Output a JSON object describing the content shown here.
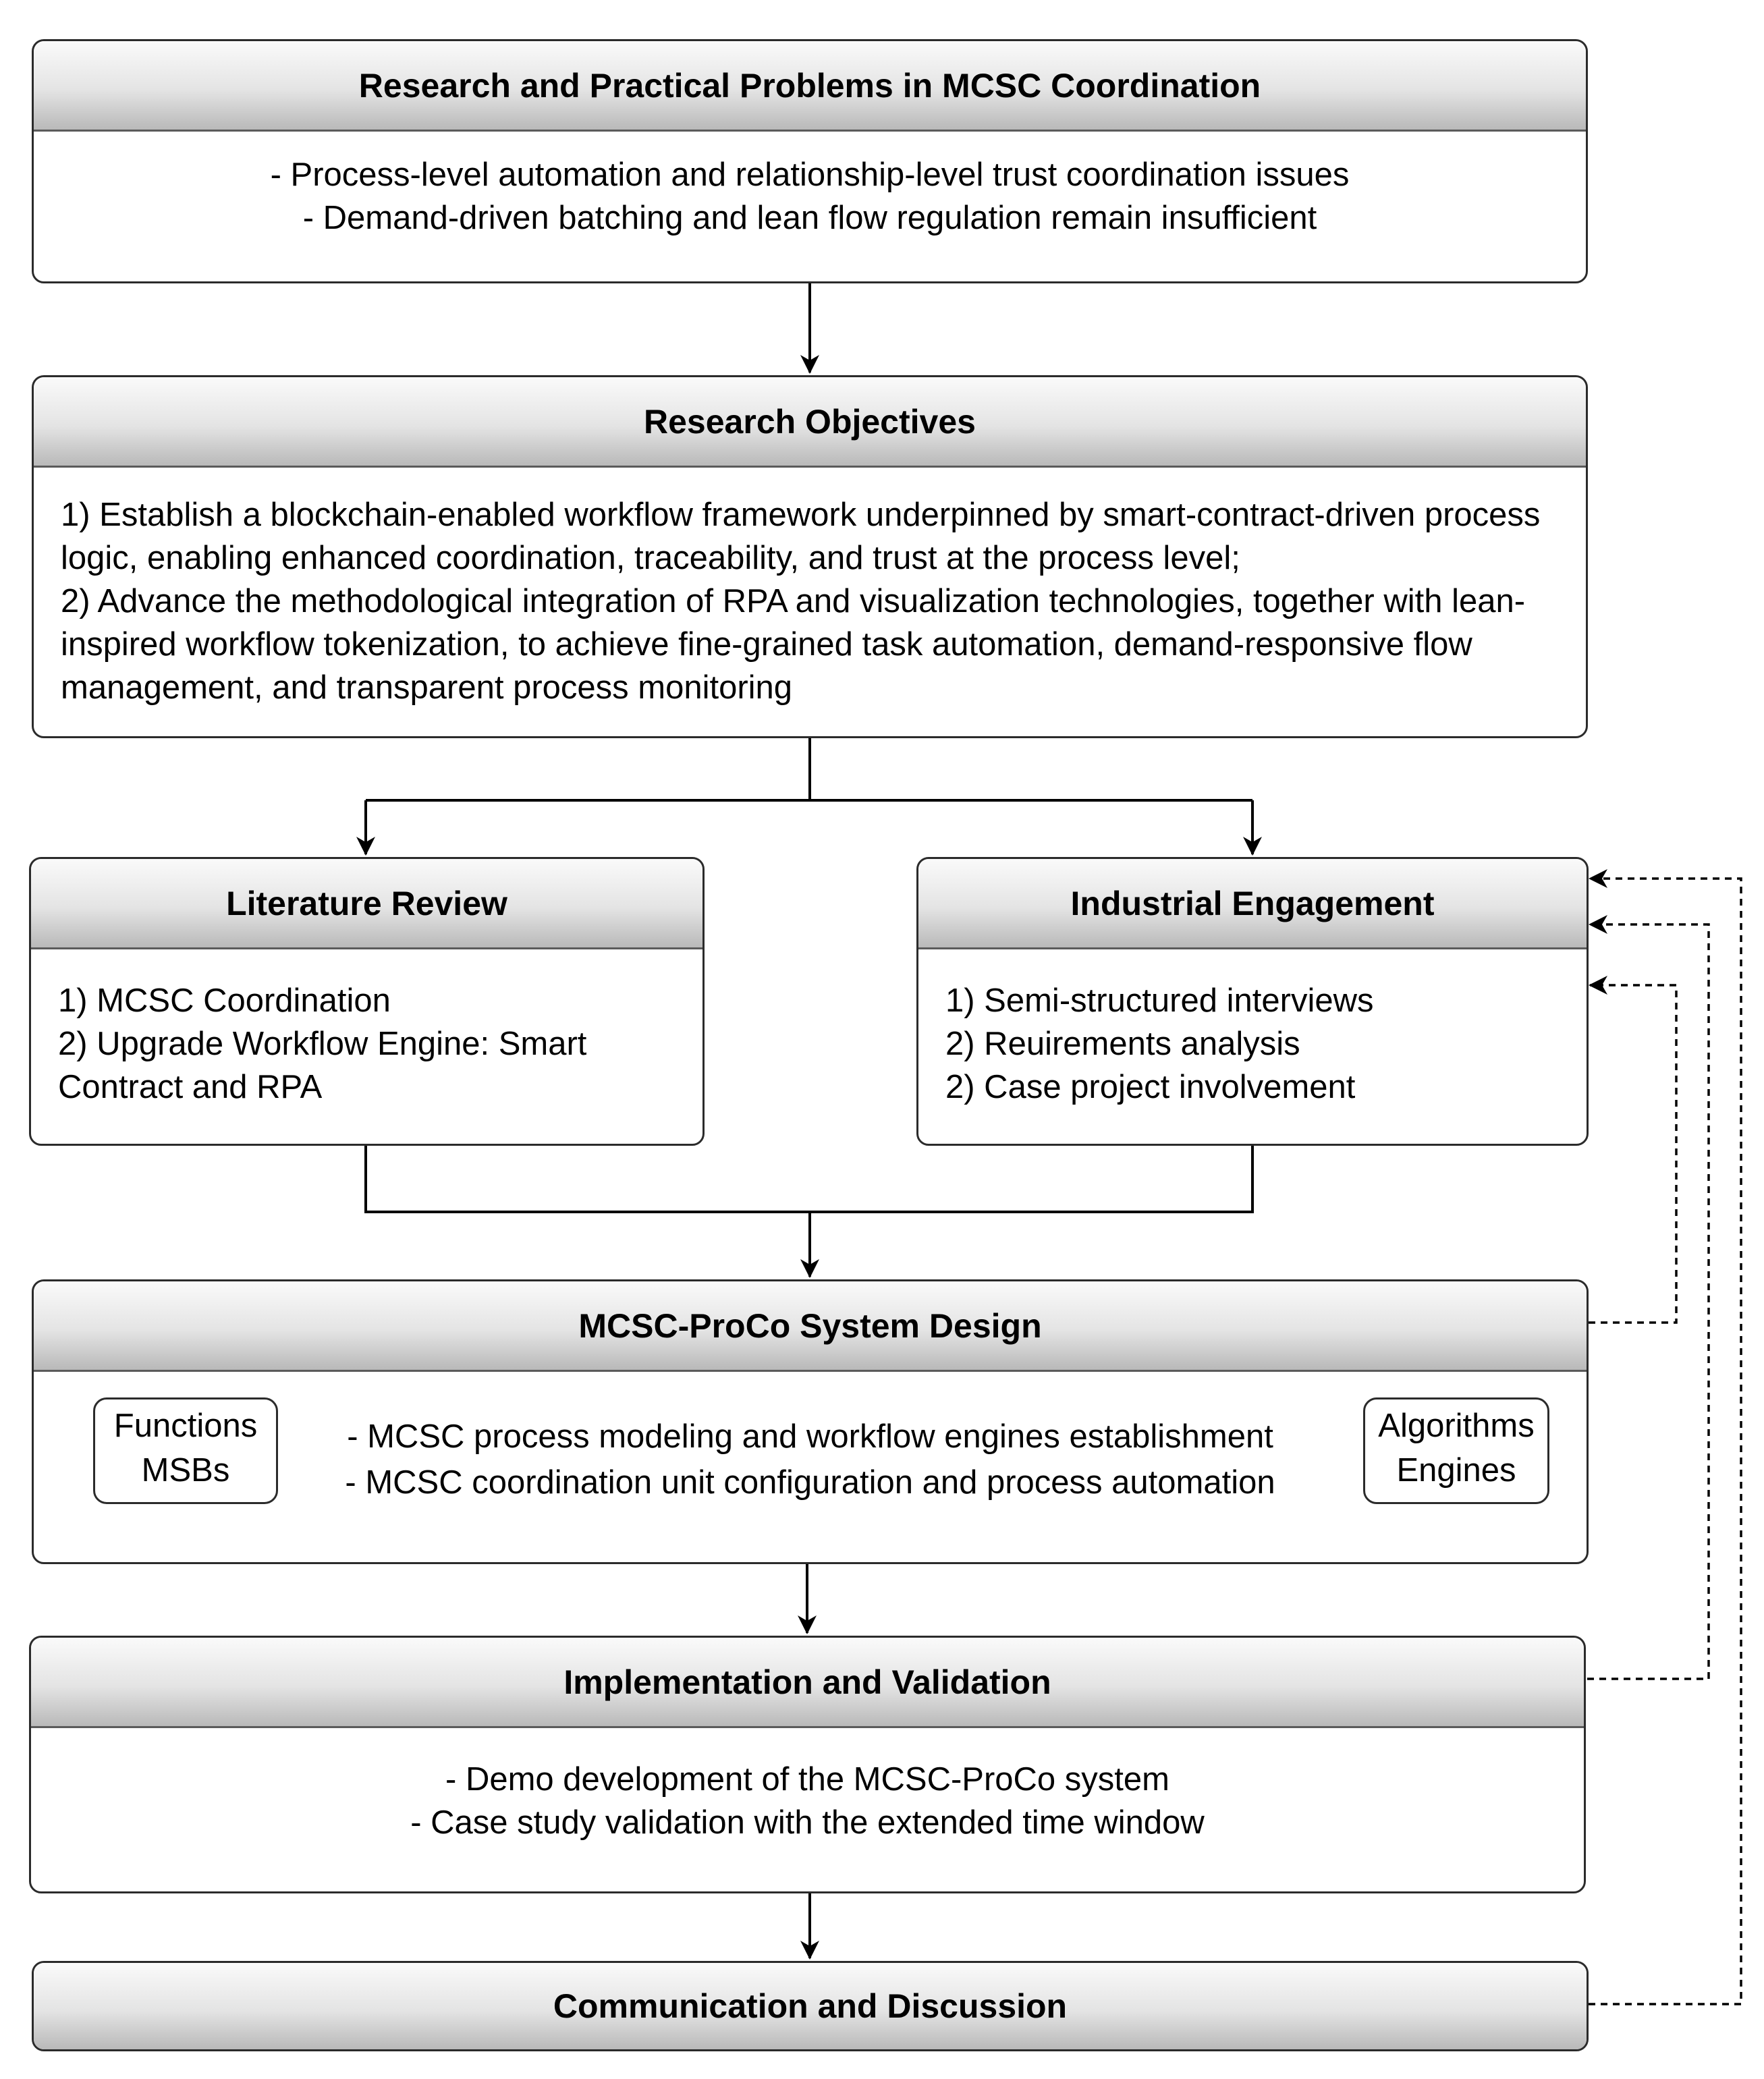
{
  "boxes": {
    "problems": {
      "title": "Research and Practical Problems in MCSC Coordination",
      "lines": [
        "-  Process-level automation and relationship-level trust coordination issues",
        "- Demand-driven batching and lean flow regulation remain insufficient"
      ]
    },
    "objectives": {
      "title": "Research Objectives",
      "lines": [
        "1) Establish a blockchain-enabled workflow framework underpinned by smart-contract-driven process logic, enabling enhanced coordination, traceability, and trust at the process level;",
        "2) Advance the methodological integration of RPA and visualization technologies, together with lean-inspired workflow tokenization, to achieve fine-grained task automation, demand-responsive flow management, and transparent process monitoring"
      ]
    },
    "literature": {
      "title": "Literature Review",
      "lines": [
        "1) MCSC Coordination",
        "2) Upgrade Workflow Engine: Smart Contract and RPA"
      ]
    },
    "industrial": {
      "title": "Industrial Engagement",
      "lines": [
        "1) Semi-structured interviews",
        "2) Reuirements analysis",
        "2) Case project involvement"
      ]
    },
    "design": {
      "title": "MCSC-ProCo System Design",
      "lines": [
        "- MCSC process modeling and workflow engines establishment",
        "- MCSC coordination unit configuration and process automation"
      ],
      "left_tag": [
        "Functions",
        "MSBs"
      ],
      "right_tag": [
        "Algorithms",
        "Engines"
      ]
    },
    "implementation": {
      "title": "Implementation and Validation",
      "lines": [
        "- Demo development of the MCSC-ProCo system",
        "- Case study validation with the extended time window"
      ]
    },
    "communication": {
      "title": "Communication and Discussion"
    }
  }
}
